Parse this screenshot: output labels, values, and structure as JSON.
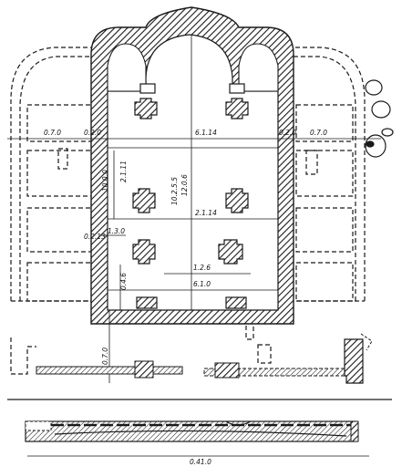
{
  "dimensions": {
    "north_aisle_width": "0.7.0",
    "south_aisle_width": "0.7.0",
    "north_wall": "0.2.0",
    "south_wall": "0.2.0",
    "nave_width": "6.1.14",
    "nave_length": "10.2.5.5",
    "nave_length_alt": "12.0.6",
    "west_bay": "10.0.0",
    "bay_height": "2.1.11",
    "pier_span": "2.1.14",
    "pier_gap_a": "0.2.13",
    "pier_gap_b": "1.3.0",
    "pier_depth": "0.4.6",
    "pier_offset": "1.2.6",
    "west_width": "6.1.0",
    "porch_depth": "0.7.0",
    "total_length": "0.41.0"
  },
  "colors": {
    "ink": "#1a1a1a",
    "paper": "#ffffff"
  }
}
